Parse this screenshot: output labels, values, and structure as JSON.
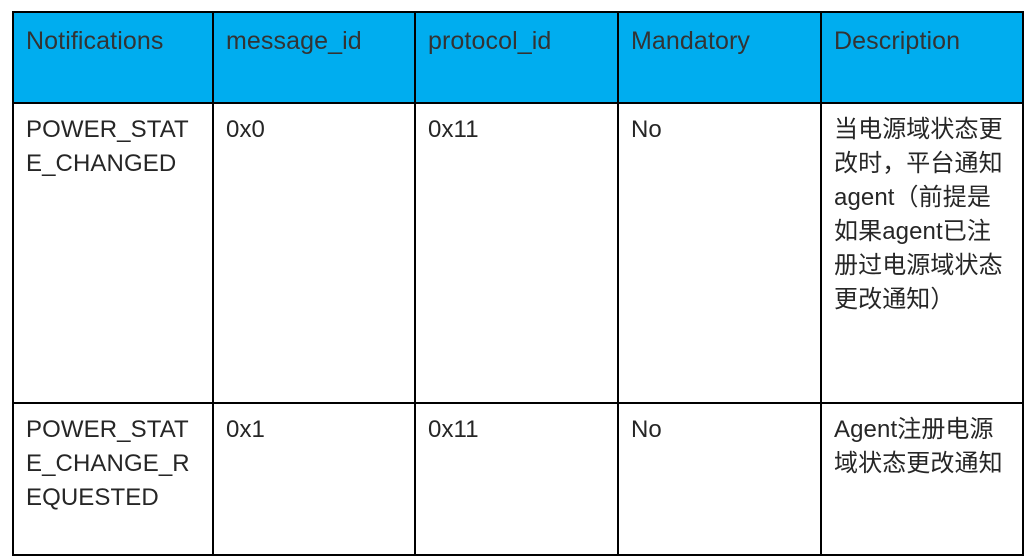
{
  "table": {
    "accent_color": "#00ADEF",
    "header_text_color": "#333333",
    "body_text_color": "#262626",
    "border_color": "#000000",
    "columns": [
      {
        "key": "notifications",
        "label": "Notifications"
      },
      {
        "key": "message_id",
        "label": "message_id"
      },
      {
        "key": "protocol_id",
        "label": "protocol_id"
      },
      {
        "key": "mandatory",
        "label": "Mandatory"
      },
      {
        "key": "description",
        "label": "Description"
      }
    ],
    "rows": [
      {
        "notifications": "POWER_STATE_CHANGED",
        "message_id": "0x0",
        "protocol_id": "0x11",
        "mandatory": "No",
        "description": "当电源域状态更改时，平台通知agent（前提是如果agent已注册过电源域状态更改通知）"
      },
      {
        "notifications": "POWER_STATE_CHANGE_REQUESTED",
        "message_id": "0x1",
        "protocol_id": "0x11",
        "mandatory": "No",
        "description": "Agent注册电源域状态更改通知"
      }
    ]
  }
}
